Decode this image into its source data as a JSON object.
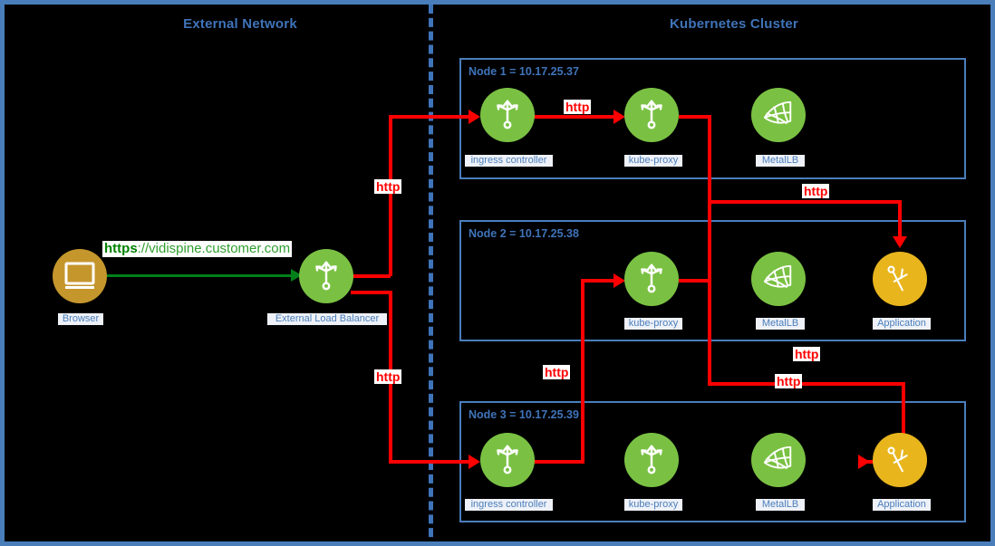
{
  "diagram": {
    "title_external": "External Network",
    "title_cluster": "Kubernetes Cluster",
    "colors": {
      "background": "#000000",
      "frame_blue": "#4a7ebb",
      "title_blue": "#3f74ba",
      "caption_blue": "#4a7ebb",
      "http_red": "#ff0000",
      "https_green": "#008000",
      "icon_green": "#7ac143",
      "icon_yellow": "#e8b51d",
      "icon_brown": "#c4962c"
    }
  },
  "external": {
    "browser": {
      "label": "Browser",
      "icon": "monitor-icon",
      "color": "#c4962c"
    },
    "load_balancer": {
      "label": "External Load Balancer",
      "icon": "load-balancer-icon",
      "color": "#7ac143"
    },
    "url": {
      "scheme": "https",
      "rest": "://vidispine.customer.com",
      "full": "https://vidispine.customer.com"
    }
  },
  "nodes": [
    {
      "id": "node1",
      "label": "Node 1 = 10.17.25.37",
      "ip": "10.17.25.37",
      "components": [
        {
          "label": "ingress controller",
          "icon": "load-balancer-icon",
          "color": "#7ac143"
        },
        {
          "label": "kube-proxy",
          "icon": "load-balancer-icon",
          "color": "#7ac143"
        },
        {
          "label": "MetalLB",
          "icon": "metallb-mesh-icon",
          "color": "#7ac143"
        }
      ]
    },
    {
      "id": "node2",
      "label": "Node 2 = 10.17.25.38",
      "ip": "10.17.25.38",
      "components": [
        {
          "label": "kube-proxy",
          "icon": "load-balancer-icon",
          "color": "#7ac143"
        },
        {
          "label": "MetalLB",
          "icon": "metallb-mesh-icon",
          "color": "#7ac143"
        },
        {
          "label": "Application",
          "icon": "compass-icon",
          "color": "#e8b51d"
        }
      ]
    },
    {
      "id": "node3",
      "label": "Node 3 = 10.17.25.39",
      "ip": "10.17.25.39",
      "components": [
        {
          "label": "ingress controller",
          "icon": "load-balancer-icon",
          "color": "#7ac143"
        },
        {
          "label": "kube-proxy",
          "icon": "load-balancer-icon",
          "color": "#7ac143"
        },
        {
          "label": "MetalLB",
          "icon": "metallb-mesh-icon",
          "color": "#7ac143"
        },
        {
          "label": "Application",
          "icon": "compass-icon",
          "color": "#e8b51d"
        }
      ]
    }
  ],
  "edges": {
    "https_browser_to_lb": "https://vidispine.customer.com",
    "http_labels": [
      "http",
      "http",
      "http",
      "http",
      "http",
      "http",
      "http"
    ],
    "label_lb_up": "http",
    "label_lb_down": "http",
    "label_node1_ingress_to_proxy": "http",
    "label_node1_proxy_to_node2_app": "http",
    "label_node3_ingress_to_node2_proxy": "http",
    "label_node2_proxy_to_node3_app_upper": "http",
    "label_node2_proxy_to_node3_app_lower": "http"
  }
}
